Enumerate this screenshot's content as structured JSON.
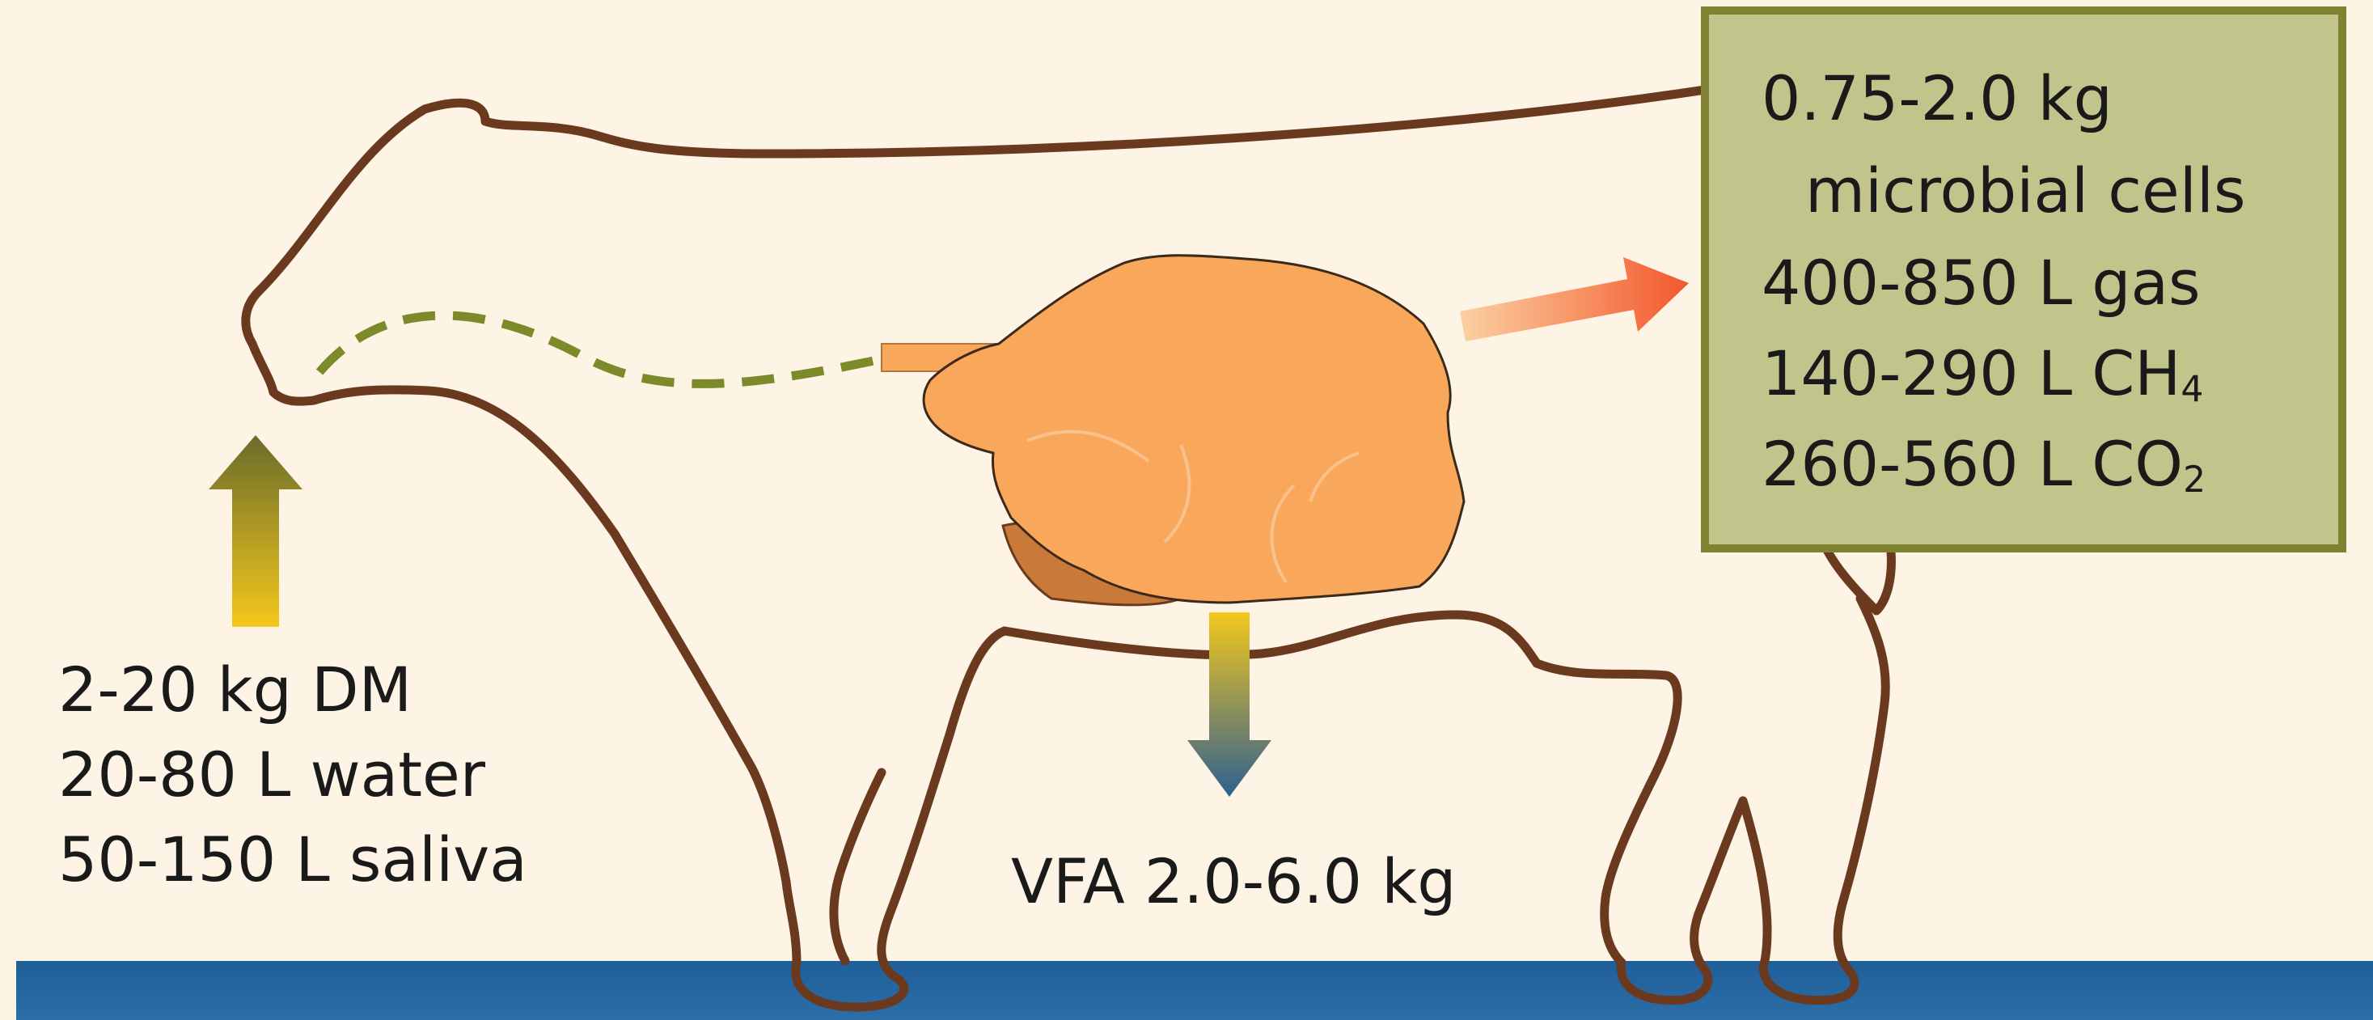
{
  "inputs": {
    "line1": "2-20 kg DM",
    "line2": "20-80 L water",
    "line3": "50-150 L saliva"
  },
  "vfa_output": "VFA 2.0-6.0 kg",
  "outputs": {
    "line1": "0.75-2.0 kg",
    "line2": "microbial cells",
    "line3": "400-850 L gas",
    "line4_prefix": "140-290 L CH",
    "line4_sub": "4",
    "line5_prefix": "260-560 L CO",
    "line5_sub": "2"
  },
  "colors": {
    "background": "#FDF4E6",
    "cow_outline": "#6B3A1E",
    "rumen": "#F9A75B",
    "rumen_lower": "#C97A38",
    "output_box_fill": "#C2C58B",
    "output_box_border": "#7F8230",
    "esophagus_dash": "#7C8A2A",
    "ground": "#1F5F99"
  }
}
